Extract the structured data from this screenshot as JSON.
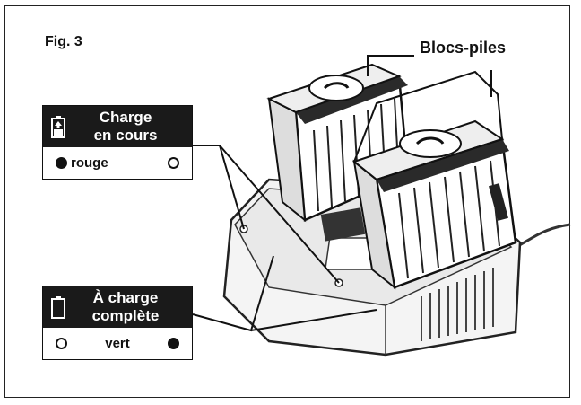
{
  "figure": {
    "title": "Fig. 3"
  },
  "callouts": {
    "batteries": "Blocs-piles"
  },
  "legend_charging": {
    "line1": "Charge",
    "line2": "en cours",
    "indicator": "rouge",
    "icon": "battery-charging-icon"
  },
  "legend_full": {
    "line1": "À charge",
    "line2": "complète",
    "indicator": "vert",
    "icon": "battery-full-icon"
  }
}
